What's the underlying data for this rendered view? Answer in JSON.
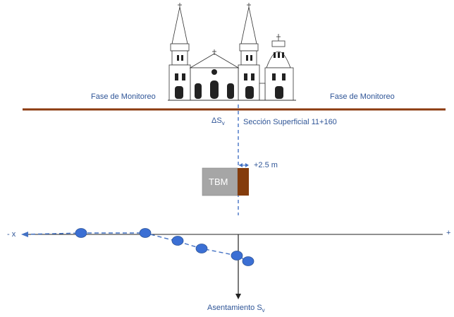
{
  "labels": {
    "left_phase": "Fase de Monitoreo",
    "right_phase": "Fase de Monitoreo",
    "delta": "ΔS",
    "delta_sub": "v",
    "section": "Sección Superficial 11+160",
    "offset": "+2.5 m",
    "tbm": "TBM",
    "axis_neg": "- x",
    "axis_pos": "+",
    "settlement": "Asentamiento S",
    "settlement_sub": "v"
  },
  "icons": {
    "building": "cathedral-icon"
  },
  "colors": {
    "ground": "#8b3a0f",
    "text": "#2f5597",
    "points": "#3b6fd4",
    "tbm_body": "#a6a6a6",
    "tbm_face": "#843c0c",
    "dashed": "#4472c4"
  }
}
